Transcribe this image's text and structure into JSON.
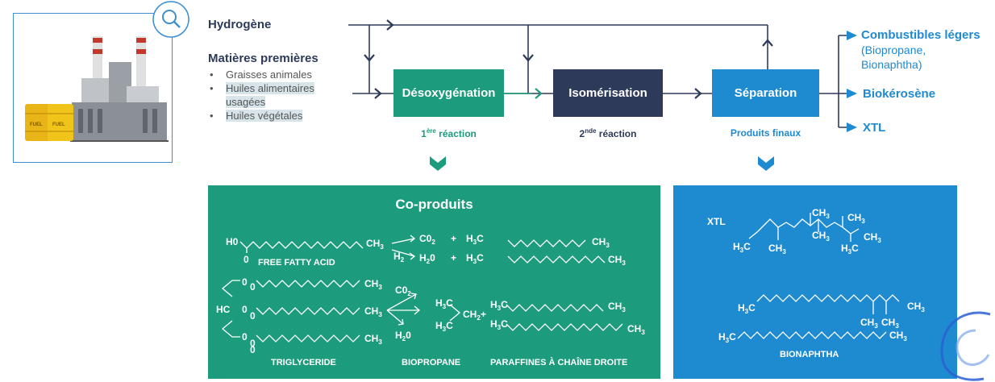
{
  "inputs": {
    "hydrogen_label": "Hydrogène",
    "feedstock_label": "Matières premières",
    "feedstock_items": [
      "Graisses animales",
      "Huiles alimentaires usagées",
      "Huiles végétales"
    ]
  },
  "steps": [
    {
      "label": "Désoxygénation",
      "caption_main": "1",
      "caption_sup": "ère",
      "caption_rest": " réaction",
      "color": "#1d9b7d"
    },
    {
      "label": "Isomérisation",
      "caption_main": "2",
      "caption_sup": "nde",
      "caption_rest": " réaction",
      "color": "#2e3a59"
    },
    {
      "label": "Séparation",
      "caption_main": "Produits finaux",
      "caption_sup": "",
      "caption_rest": "",
      "color": "#1e8ad0"
    }
  ],
  "outputs": {
    "light_fuels": "Combustibles légers",
    "light_fuels_detail_1": "(Biopropane,",
    "light_fuels_detail_2": "Bionaphtha)",
    "biokerosene": "Biokérosène",
    "xtl": "XTL"
  },
  "coproducts": {
    "title": "Co-produits",
    "free_fatty_acid": "FREE FATTY ACID",
    "triglyceride": "TRIGLYCERIDE",
    "biopropane": "BIOPROPANE",
    "paraffins": "PARAFFINES À CHAÎNE DROITE"
  },
  "final_products": {
    "xtl_label": "XTL",
    "bionaphtha": "BIONAPHTHA"
  },
  "fuel_tank_labels": [
    "FUEL",
    "FUEL"
  ],
  "colors": {
    "green": "#1d9b7d",
    "navy": "#2e3a59",
    "blue": "#1e8ad0"
  },
  "icons": [
    "factory-illustration",
    "magnifier-icon",
    "chevron-down-icon"
  ]
}
